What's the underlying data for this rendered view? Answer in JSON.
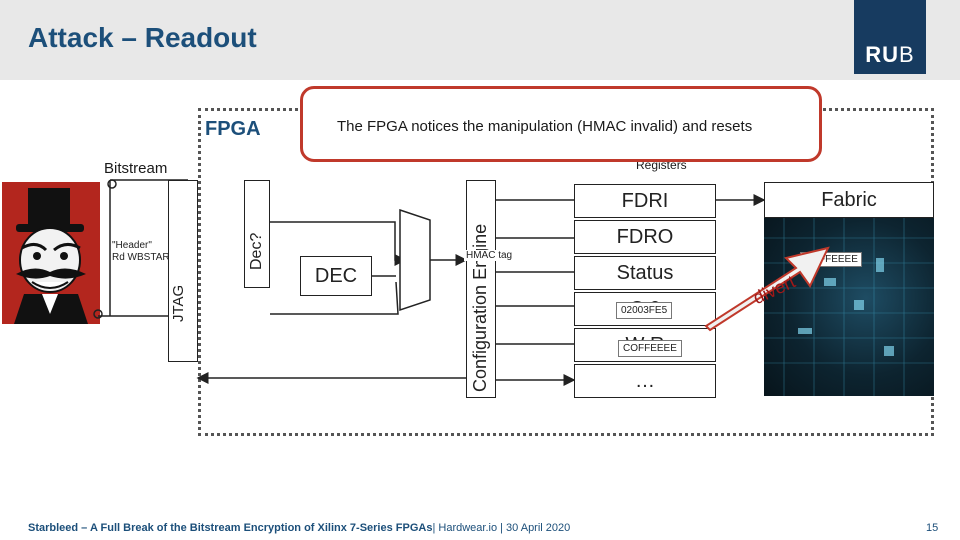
{
  "title": "Attack – Readout",
  "logo": {
    "bold": "RU",
    "light": "B"
  },
  "popup": {
    "message": "The FPGA notices the manipulation (HMAC invalid) and resets"
  },
  "diagram": {
    "fpga_label": "FPGA",
    "bitstream_label": "Bitstream",
    "header_line1": "\"Header\"",
    "header_line2": "Rd WBSTAR",
    "jtag_label": "JTAG",
    "dec_vertical_label": "Dec?",
    "dec_box_label": "DEC",
    "config_engine_label": "Configuration Engine",
    "hmac_tag_label": "HMAC tag",
    "registers_label": "Registers",
    "registers": [
      "FDRI",
      "FDRO",
      "Status",
      "CMD",
      "WBSTAR",
      "..."
    ],
    "register_display": [
      "FDRI",
      "FDRO",
      "Status",
      "C      0",
      "W       R",
      "…"
    ],
    "value_boxes": [
      "02003FE5",
      "COFFEEEE"
    ],
    "fabric_label": "Fabric",
    "fabric_value": "COFFEEEE",
    "divert_label": "divert"
  },
  "footer": {
    "text_bold": "Starbleed – A Full Break of the Bitstream Encryption of Xilinx 7-Series FPGAs",
    "text_rest": "| Hardwear.io | 30 April 2020",
    "page_number": "15"
  },
  "colors": {
    "title": "#1c4f7a",
    "logo_bg": "#173b60",
    "popup_border": "#c0392b",
    "arrow": "#c0392b",
    "villain_bg": "#b3261e"
  }
}
